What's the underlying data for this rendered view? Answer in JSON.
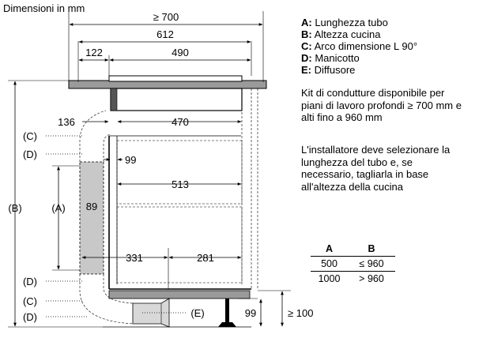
{
  "header": {
    "title": "Dimensioni in mm"
  },
  "legend": [
    {
      "key": "A:",
      "text": " Lunghezza tubo"
    },
    {
      "key": "B:",
      "text": " Altezza cucina"
    },
    {
      "key": "C:",
      "text": " Arco dimensione L 90°"
    },
    {
      "key": "D:",
      "text": " Manicotto"
    },
    {
      "key": "E:",
      "text": " Diffusore"
    }
  ],
  "notes": {
    "kit": [
      "Kit di condutture disponibile per",
      "piani di lavoro profondi ≥ 700 mm e",
      "alti fino a 960 mm"
    ],
    "installer": [
      "L'installatore deve selezionare la",
      "lunghezza del tubo e, se",
      "necessario, tagliarla in base",
      "all'altezza della cucina"
    ]
  },
  "table": {
    "headers": [
      "A",
      "B"
    ],
    "rows": [
      [
        "500",
        "≤ 960"
      ],
      [
        "1000",
        "> 960"
      ]
    ]
  },
  "dimensions": {
    "d700": "≥ 700",
    "d612": "612",
    "d122": "122",
    "d490": "490",
    "d136": "136",
    "d470": "470",
    "d99a": "99",
    "d513": "513",
    "d89": "89",
    "d331": "331",
    "d281": "281",
    "d99b": "99",
    "d100": "≥ 100"
  },
  "callouts": {
    "C_top": "(C)",
    "D_top": "(D)",
    "A": "(A)",
    "B": "(B)",
    "D_mid": "(D)",
    "C_bot": "(C)",
    "D_bot": "(D)",
    "E": "(E)"
  },
  "colors": {
    "duct_fill": "#c8c8c8",
    "counter_fill": "#9a9a9a",
    "line": "#000000"
  }
}
